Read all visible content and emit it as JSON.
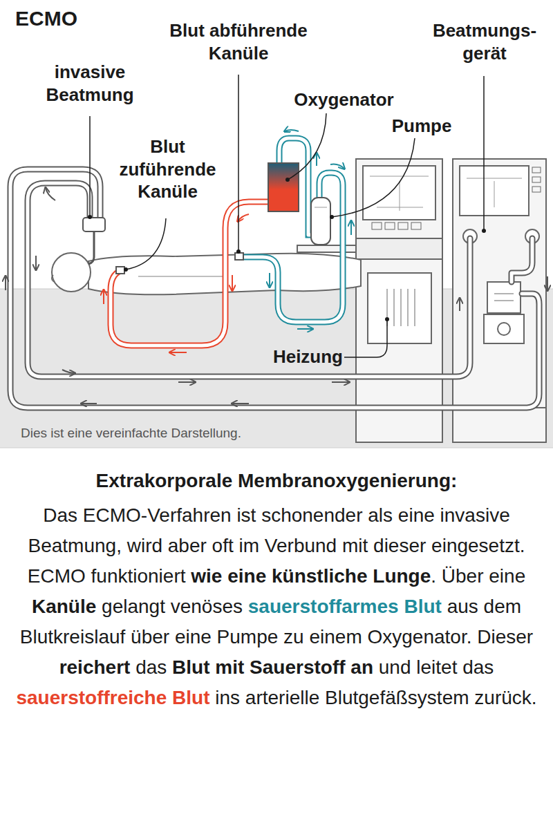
{
  "diagram": {
    "title": "ECMO",
    "caption": "Extrakorporale Membranoxygenierung:",
    "labels": [
      "invasive Beatmung",
      "Blut abführende Kanüle",
      "Oxygenator",
      "Pumpe",
      "Beatmungs- gerät",
      "Blut zuführende Kanüle",
      "Heizung",
      "Dies ist eine vereinfachte Darstellung.",
      "Das ECMO-Verfahren ist schonender als eine invasive Beatmung, wird aber oft im Verbund mit dieser eingesetzt. ECMO funktioniert",
      "wie eine künstliche Lunge",
      ". Über eine",
      "Kanüle",
      "gelangt venöses",
      "sauerstoffarmes Blut",
      "aus dem Blutkreislauf über eine Pumpe zu einem Oxygenator. Dieser",
      "reichert",
      "das",
      "Blut mit Sauerstoff an",
      "und leitet das",
      "sauerstoffreiche Blut",
      "ins arterielle Blutgefäßsystem zurück."
    ]
  }
}
